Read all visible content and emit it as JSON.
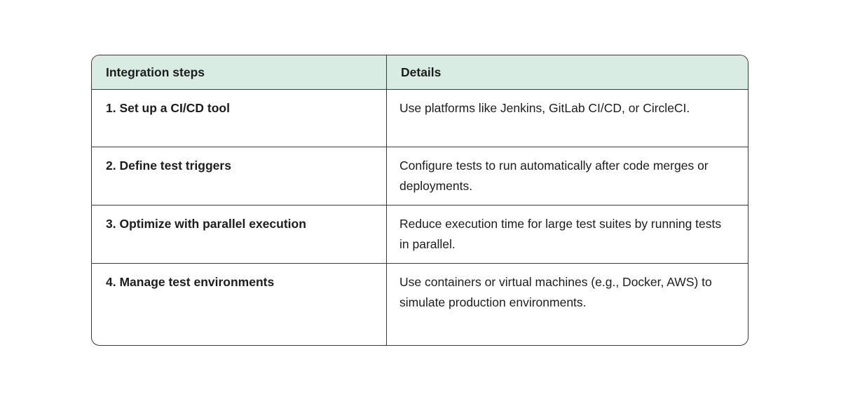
{
  "table": {
    "columns": [
      {
        "label": "Integration steps"
      },
      {
        "label": "Details"
      }
    ],
    "rows": [
      {
        "step": "1. Set up a CI/CD tool",
        "details": "Use platforms like Jenkins, GitLab CI/CD, or CircleCI."
      },
      {
        "step": "2. Define test triggers",
        "details": "Configure tests to run automatically after code merges or deployments."
      },
      {
        "step": "3. Optimize with parallel execution",
        "details": "Reduce execution time for large test suites by running tests in parallel."
      },
      {
        "step": "4. Manage test environments",
        "details": "Use containers or virtual machines (e.g., Docker, AWS) to simulate production environments."
      }
    ],
    "colors": {
      "header_bg": "#d9ece3",
      "border": "#3a3a3a",
      "text": "#1d1d1f",
      "page_bg": "#ffffff"
    }
  }
}
